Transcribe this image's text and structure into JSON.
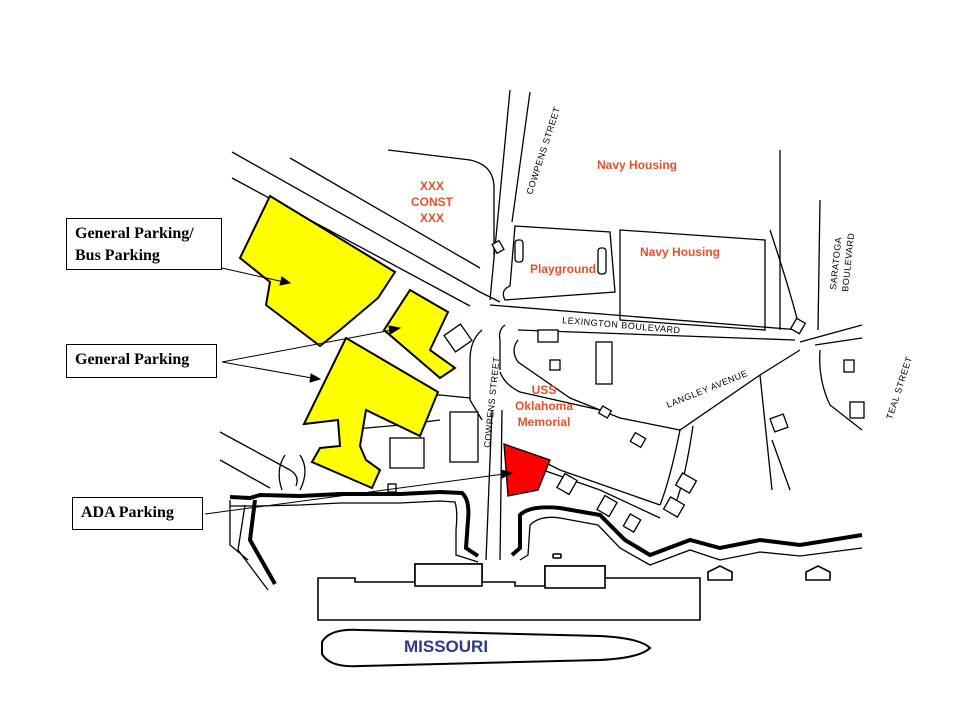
{
  "callouts": {
    "bus_parking_line1": "General Parking/",
    "bus_parking_line2": "Bus Parking",
    "general_parking": "General Parking",
    "ada_parking": "ADA Parking"
  },
  "map_labels": {
    "construction_line1": "XXX",
    "construction_line2": "CONST",
    "construction_line3": "XXX",
    "navy_housing_north": "Navy Housing",
    "navy_housing_east": "Navy Housing",
    "playground": "Playground",
    "memorial_line1": "USS",
    "memorial_line2": "Oklahoma",
    "memorial_line3": "Memorial",
    "ship": "MISSOURI"
  },
  "streets": {
    "cowpens_north": "COWPENS  STREET",
    "cowpens_south": "COWPENS  STREET",
    "lexington": "LEXINGTON  BOULEVARD",
    "langley": "LANGLEY AVENUE",
    "saratoga_line1": "SARATOGA",
    "saratoga_line2": "BOULEVARD",
    "teal": "TEAL  STREET"
  },
  "colors": {
    "general_parking": "#ffff00",
    "ada_parking": "#ff0000",
    "label_text": "#e0522b",
    "ship_text": "#2b3a8a"
  }
}
